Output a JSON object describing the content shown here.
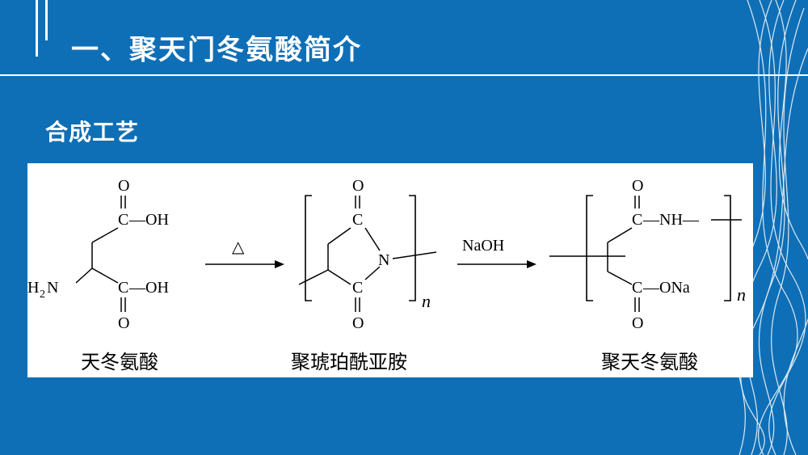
{
  "slide": {
    "title": "一、聚天门冬氨酸简介",
    "subtitle": "合成工艺",
    "colors": {
      "background": "#0f6fb6",
      "text": "#ffffff",
      "panel": "#ffffff"
    }
  },
  "reaction": {
    "molecule1": {
      "caption": "天冬氨酸",
      "labels": {
        "o_top": "O",
        "c_top": "C",
        "oh_top": "—OH",
        "h2n_h": "H",
        "h2n_2": "2",
        "h2n_n": "N",
        "c_bot": "C",
        "oh_bot": "—OH",
        "o_bot": "O"
      }
    },
    "arrow1": {
      "condition": "△"
    },
    "molecule2": {
      "caption": "聚琥珀酰亚胺",
      "labels": {
        "o_top": "O",
        "c_top": "C",
        "n": "N",
        "c_bot": "C",
        "o_bot": "O",
        "n_sub": "n"
      }
    },
    "arrow2": {
      "condition": "NaOH"
    },
    "molecule3": {
      "caption": "聚天冬氨酸",
      "labels": {
        "o_top": "O",
        "c_top": "C",
        "nh": "—NH—",
        "c_bot": "C",
        "ona": "—ONa",
        "o_bot": "O",
        "n_sub": "n"
      }
    }
  }
}
